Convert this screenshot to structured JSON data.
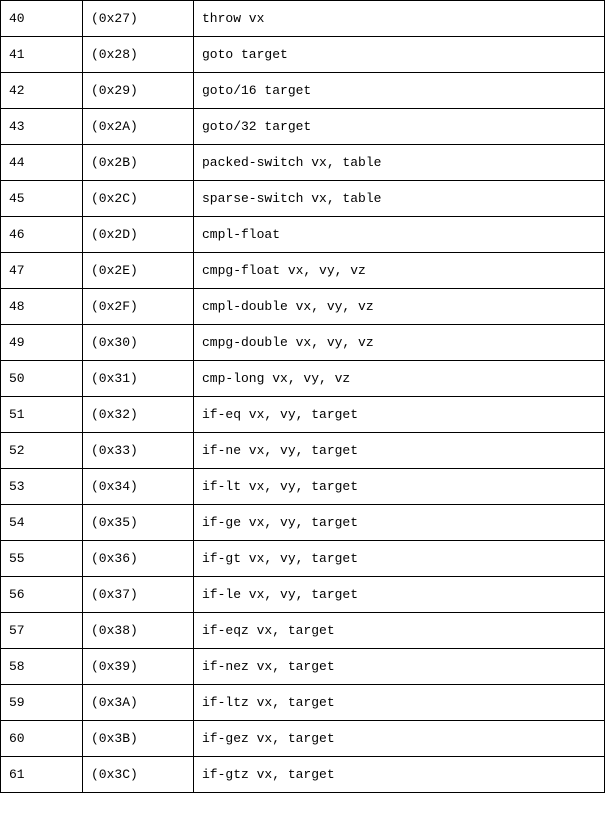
{
  "rows": [
    {
      "dec": "40",
      "hex": "(0x27)",
      "instruction": "throw vx"
    },
    {
      "dec": "41",
      "hex": "(0x28)",
      "instruction": "goto target"
    },
    {
      "dec": "42",
      "hex": "(0x29)",
      "instruction": "goto/16 target"
    },
    {
      "dec": "43",
      "hex": "(0x2A)",
      "instruction": "goto/32 target"
    },
    {
      "dec": "44",
      "hex": "(0x2B)",
      "instruction": "packed-switch vx, table"
    },
    {
      "dec": "45",
      "hex": "(0x2C)",
      "instruction": "sparse-switch vx, table"
    },
    {
      "dec": "46",
      "hex": "(0x2D)",
      "instruction": "cmpl-float"
    },
    {
      "dec": "47",
      "hex": "(0x2E)",
      "instruction": "cmpg-float vx, vy, vz"
    },
    {
      "dec": "48",
      "hex": "(0x2F)",
      "instruction": "cmpl-double vx, vy, vz"
    },
    {
      "dec": "49",
      "hex": "(0x30)",
      "instruction": "cmpg-double vx, vy, vz"
    },
    {
      "dec": "50",
      "hex": "(0x31)",
      "instruction": "cmp-long vx, vy, vz"
    },
    {
      "dec": "51",
      "hex": "(0x32)",
      "instruction": "if-eq vx, vy, target"
    },
    {
      "dec": "52",
      "hex": "(0x33)",
      "instruction": "if-ne vx, vy, target"
    },
    {
      "dec": "53",
      "hex": "(0x34)",
      "instruction": "if-lt vx, vy, target"
    },
    {
      "dec": "54",
      "hex": "(0x35)",
      "instruction": "if-ge vx, vy, target"
    },
    {
      "dec": "55",
      "hex": "(0x36)",
      "instruction": "if-gt vx, vy, target"
    },
    {
      "dec": "56",
      "hex": "(0x37)",
      "instruction": "if-le vx, vy, target"
    },
    {
      "dec": "57",
      "hex": "(0x38)",
      "instruction": "if-eqz vx, target"
    },
    {
      "dec": "58",
      "hex": "(0x39)",
      "instruction": "if-nez vx, target"
    },
    {
      "dec": "59",
      "hex": "(0x3A)",
      "instruction": "if-ltz vx, target"
    },
    {
      "dec": "60",
      "hex": "(0x3B)",
      "instruction": "if-gez vx, target"
    },
    {
      "dec": "61",
      "hex": "(0x3C)",
      "instruction": "if-gtz vx, target"
    }
  ]
}
